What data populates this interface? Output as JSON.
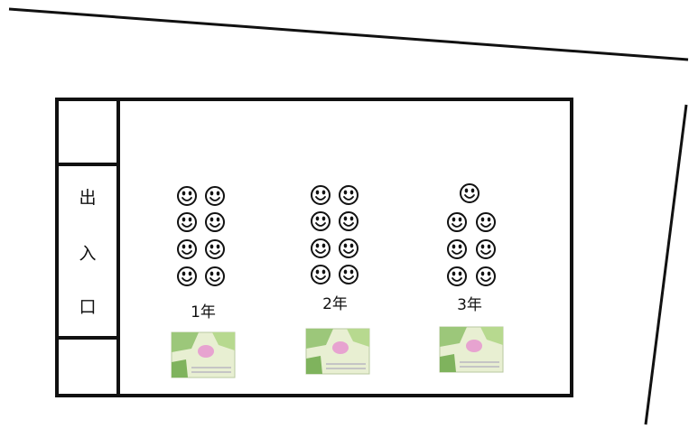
{
  "entrance": {
    "chars": [
      "出",
      "入",
      "口"
    ]
  },
  "groups": [
    {
      "label": "1年",
      "students": 8
    },
    {
      "label": "2年",
      "students": 8
    },
    {
      "label": "3年",
      "students": 7
    }
  ],
  "icons": {
    "person": "smiley-face-icon",
    "poster": "map-poster-icon"
  },
  "colors": {
    "line": "#111111",
    "poster_green": "#9cc77a",
    "poster_pink": "#e7a3d0"
  }
}
